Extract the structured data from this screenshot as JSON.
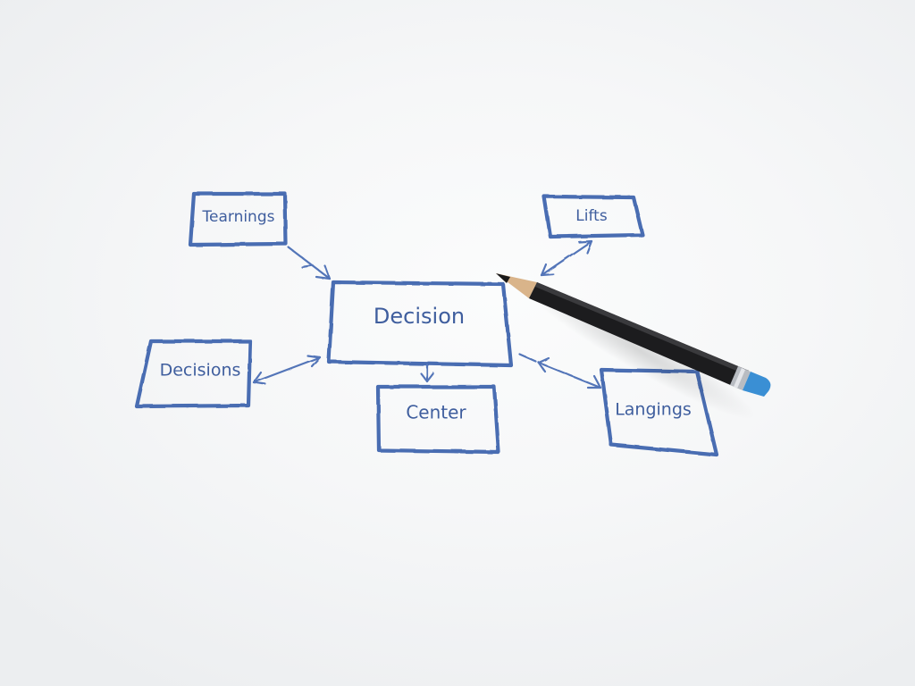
{
  "diagram": {
    "nodes": {
      "center": "Decision",
      "top_left": "Tearnings",
      "top_right": "Lifts",
      "left": "Decisions",
      "bottom": "Center",
      "right": "Langings"
    }
  },
  "colors": {
    "ink": "#4a6db2",
    "paper": "#f6f7f8",
    "pencil_body": "#1c1c1e",
    "pencil_eraser": "#3a8fd4"
  },
  "icons": [
    "pencil-icon"
  ]
}
